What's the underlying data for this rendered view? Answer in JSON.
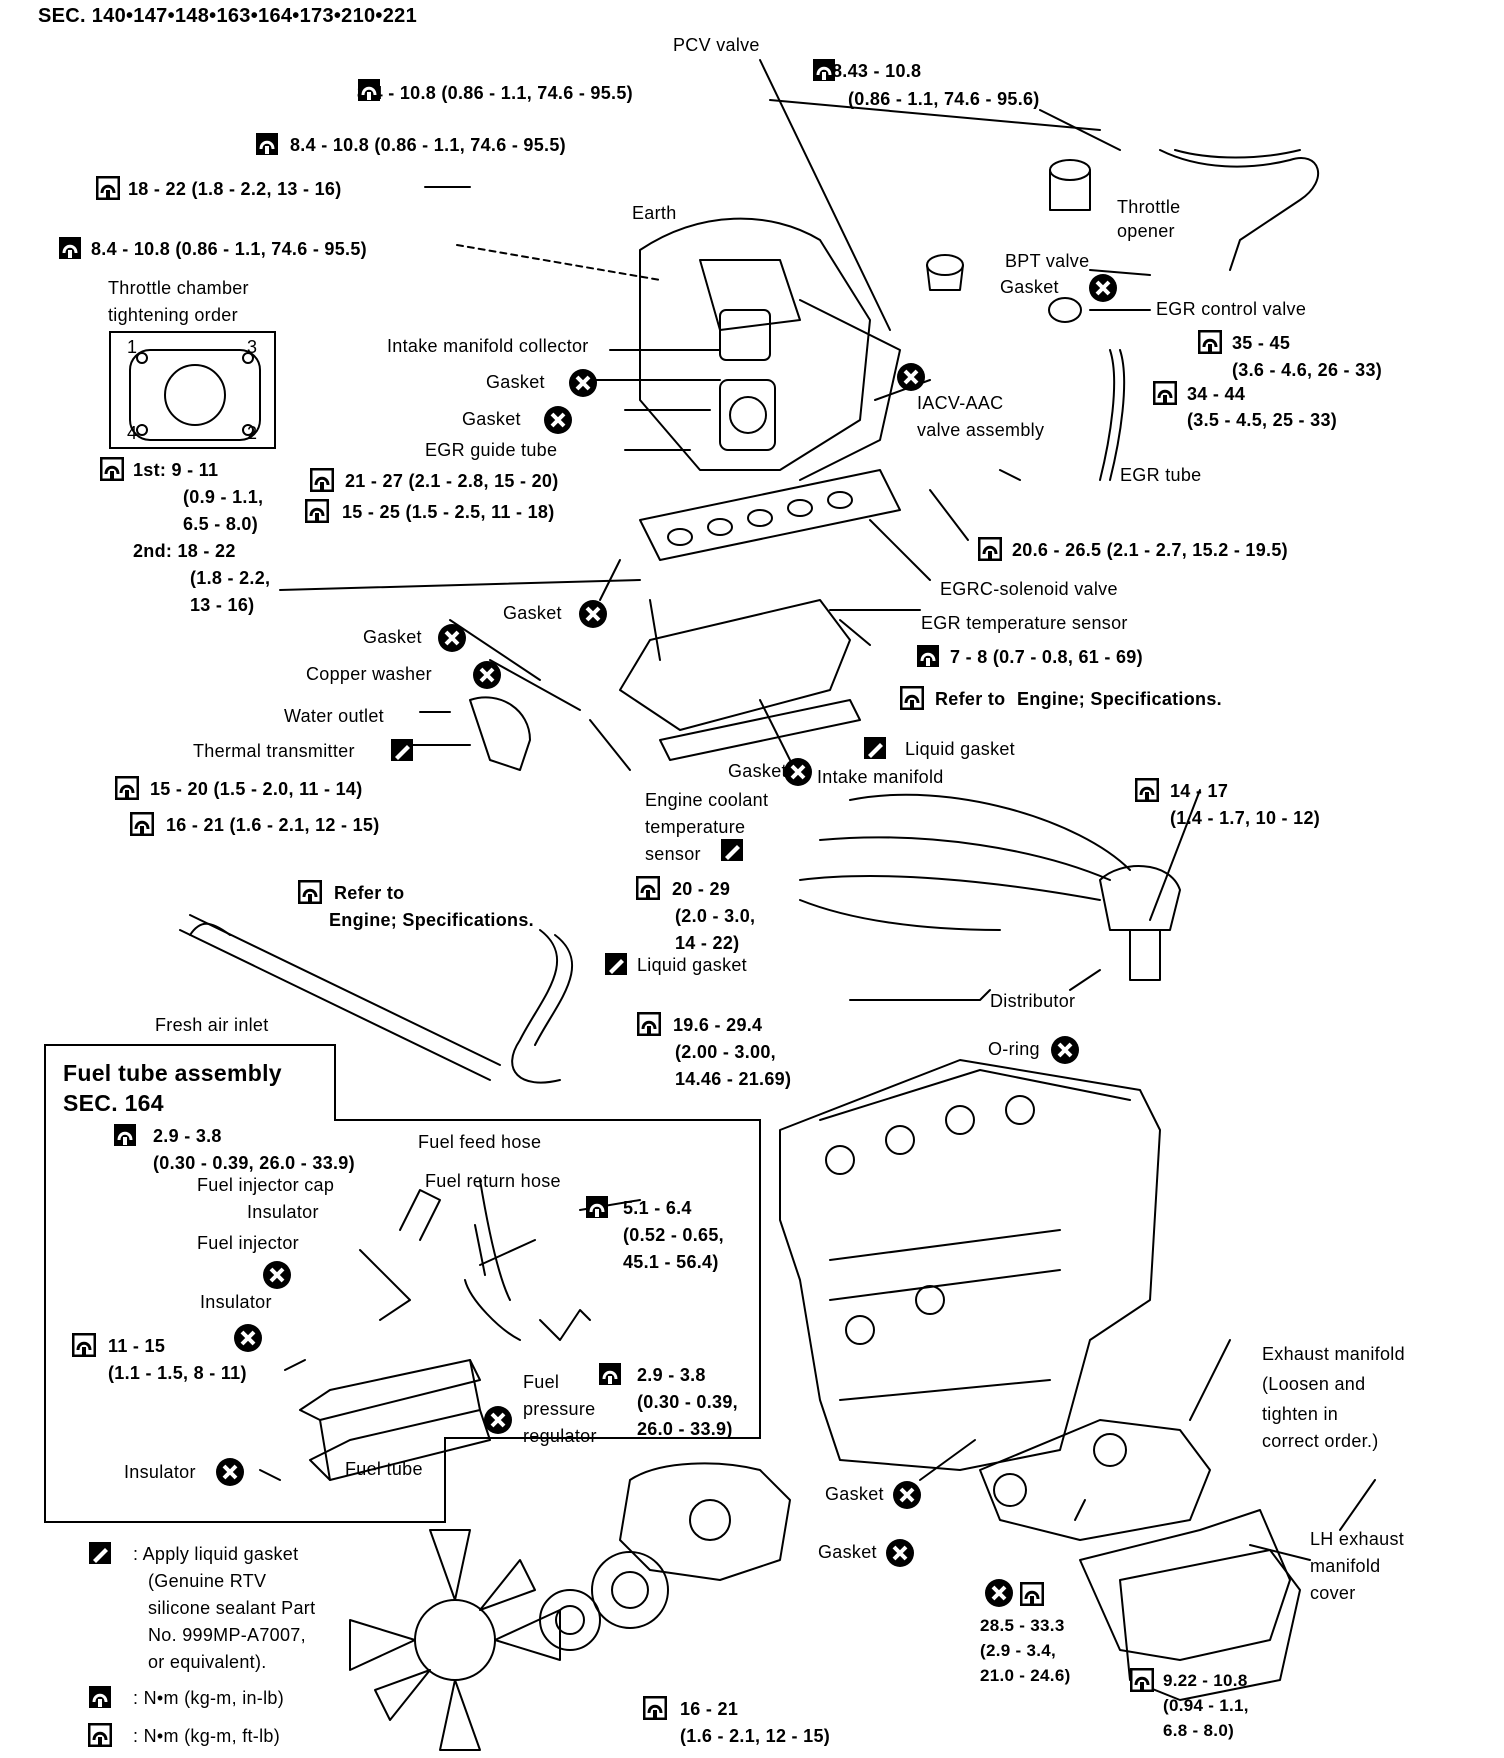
{
  "header": {
    "sec": "SEC. 140•147•148•163•164•173•210•221"
  },
  "labels": {
    "pcv_valve": "PCV valve",
    "t1": "8.4 - 10.8 (0.86 - 1.1, 74.6 - 95.5)",
    "t2a": "8.43 - 10.8",
    "t2b": "(0.86 - 1.1, 74.6 - 95.6)",
    "t3": "8.4 - 10.8 (0.86 - 1.1, 74.6 - 95.5)",
    "t4": "18 - 22 (1.8 - 2.2, 13 - 16)",
    "t5": "8.4 - 10.8 (0.86 - 1.1, 74.6 - 95.5)",
    "earth": "Earth",
    "throttle_opener_1": "Throttle",
    "throttle_opener_2": "opener",
    "bpt_valve": "BPT valve",
    "gasket_bpt": "Gasket",
    "egr_control_valve": "EGR control valve",
    "tc_order_1": "Throttle chamber",
    "tc_order_2": "tightening order",
    "n1": "1",
    "n2": "2",
    "n3": "3",
    "n4": "4",
    "intake_collector": "Intake manifold collector",
    "gasket_a": "Gasket",
    "gasket_b": "Gasket",
    "egr_guide_tube": "EGR guide tube",
    "t_35_45": "35 - 45",
    "t_35_45b": "(3.6 - 4.6, 26 - 33)",
    "t_34_44": "34 - 44",
    "t_34_44b": "(3.5 - 4.5, 25 - 33)",
    "iacv_1": "IACV-AAC",
    "iacv_2": "valve assembly",
    "egr_tube": "EGR tube",
    "first": "1st: 9 - 11",
    "first_b": "(0.9 - 1.1,",
    "first_c": "6.5 - 8.0)",
    "second": "2nd: 18 - 22",
    "second_b": "(1.8 - 2.2,",
    "second_c": "13 - 16)",
    "t_21_27": "21 - 27 (2.1 - 2.8, 15 - 20)",
    "t_15_25": "15 - 25 (1.5 - 2.5, 11 - 18)",
    "t_206": "20.6 - 26.5 (2.1 - 2.7, 15.2 - 19.5)",
    "egrc_solenoid": "EGRC-solenoid valve",
    "gasket_c": "Gasket",
    "egr_temp": "EGR temperature sensor",
    "gasket_d": "Gasket",
    "t_7_8": "7 - 8 (0.7 - 0.8, 61 - 69)",
    "copper_washer": "Copper washer",
    "refer_1": "Refer to",
    "refer_1b": "Engine; Specifications.",
    "water_outlet": "Water outlet",
    "liquid_gasket_1": "Liquid gasket",
    "thermal_transmitter": "Thermal transmitter",
    "gasket_e": "Gasket",
    "intake_manifold": "Intake manifold",
    "t_15_20": "15 - 20 (1.5 - 2.0, 11 - 14)",
    "t_16_21": "16 - 21 (1.6 - 2.1, 12 - 15)",
    "ect_1": "Engine coolant",
    "ect_2": "temperature",
    "ect_3": "sensor",
    "t_14_17": "14 - 17",
    "t_14_17b": "(1.4 - 1.7, 10 - 12)",
    "refer_2": "Refer to",
    "refer_2b": "Engine; Specifications.",
    "t_20_29": "20 - 29",
    "t_20_29b": "(2.0 - 3.0,",
    "t_20_29c": "14 - 22)",
    "liquid_gasket_2": "Liquid gasket",
    "distributor": "Distributor",
    "fresh_air_inlet": "Fresh air inlet",
    "t_196": "19.6 - 29.4",
    "t_196b": "(2.00 - 3.00,",
    "t_196c": "14.46 - 21.69)",
    "o_ring": "O-ring",
    "fuel_title_1": "Fuel tube assembly",
    "fuel_title_2": "SEC. 164",
    "f_29_38": "2.9 - 3.8",
    "f_29_38b": "(0.30 - 0.39, 26.0 - 33.9)",
    "fuel_feed_hose": "Fuel feed hose",
    "fuel_injector_cap": "Fuel injector cap",
    "fuel_return_hose": "Fuel return hose",
    "insulator_1": "Insulator",
    "f_51_64": "5.1 - 6.4",
    "f_51_64b": "(0.52 - 0.65,",
    "f_51_64c": "45.1 - 56.4)",
    "fuel_injector": "Fuel injector",
    "insulator_2": "Insulator",
    "f_11_15": "11 - 15",
    "f_11_15b": "(1.1 - 1.5, 8 - 11)",
    "fuel_1": "Fuel",
    "fuel_2": "pressure",
    "fuel_3": "regulator",
    "f2_29": "2.9 - 3.8",
    "f2_29b": "(0.30 - 0.39,",
    "f2_29c": "26.0 - 33.9)",
    "insulator_3": "Insulator",
    "fuel_tube": "Fuel tube",
    "exh_1": "Exhaust manifold",
    "exh_2": "(Loosen and",
    "exh_3": "tighten in",
    "exh_4": "correct order.)",
    "gasket_f": "Gasket",
    "gasket_g": "Gasket",
    "lh_1": "LH exhaust",
    "lh_2": "manifold",
    "lh_3": "cover",
    "t_285": "28.5 - 33.3",
    "t_285b": "(2.9 - 3.4,",
    "t_285c": "21.0 - 24.6)",
    "t_922": "9.22 - 10.8",
    "t_922b": "(0.94 - 1.1,",
    "t_922c": "6.8 - 8.0)",
    "t_16_21b": "16 - 21",
    "t_16_21c": "(1.6 - 2.1, 12 - 15)"
  },
  "legend": {
    "liquid_1": ": Apply liquid gasket",
    "liquid_2": "(Genuine RTV",
    "liquid_3": "silicone sealant Part",
    "liquid_4": "No. 999MP-A7007,",
    "liquid_5": "or equivalent).",
    "nm_in": ": N•m (kg-m, in-lb)",
    "nm_ft": ": N•m (kg-m, ft-lb)"
  }
}
